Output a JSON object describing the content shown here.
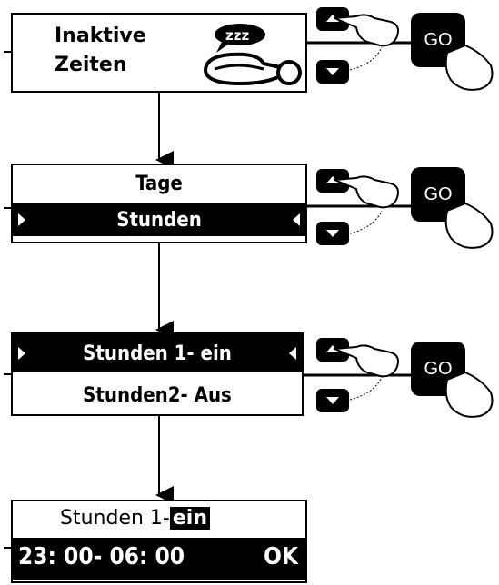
{
  "screen1": {
    "line1": "Inaktive",
    "line2": "Zeiten",
    "zzz": "zzz",
    "icon": "sleeping-icon"
  },
  "screen2": {
    "item1": "Tage",
    "item2": "Stunden"
  },
  "screen3": {
    "item1": "Stunden 1- ein",
    "item2": "Stunden2- Aus"
  },
  "screen4": {
    "title_prefix": "Stunden 1-",
    "title_badge": "ein",
    "time": "23: 00- 06: 00",
    "ok": "OK"
  },
  "controls": {
    "go_label": "GO",
    "up_icon": "arrow-up-key-icon",
    "down_icon": "arrow-down-key-icon",
    "hand_icon": "pointing-hand-icon"
  }
}
